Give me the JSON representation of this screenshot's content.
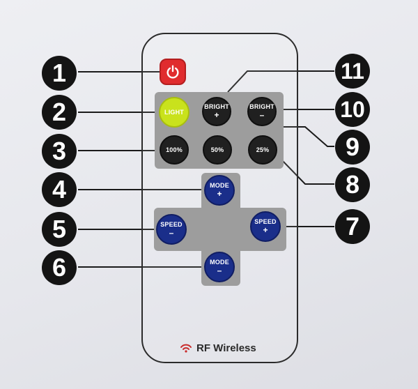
{
  "remote": {
    "buttons": {
      "power": {
        "icon": "power-icon"
      },
      "light": {
        "label": "LIGHT"
      },
      "bright_up": {
        "label": "BRIGHT",
        "symbol": "+"
      },
      "bright_down": {
        "label": "BRIGHT",
        "symbol": "–"
      },
      "pct100": {
        "label": "100%"
      },
      "pct50": {
        "label": "50%"
      },
      "pct25": {
        "label": "25%"
      },
      "mode_up": {
        "label": "MODE",
        "symbol": "+"
      },
      "mode_down": {
        "label": "MODE",
        "symbol": "–"
      },
      "speed_down": {
        "label": "SPEED",
        "symbol": "–"
      },
      "speed_up": {
        "label": "SPEED",
        "symbol": "+"
      }
    },
    "footer": {
      "icon": "wireless-signal-icon",
      "text": "RF Wireless"
    }
  },
  "callouts": [
    "1",
    "2",
    "3",
    "4",
    "5",
    "6",
    "7",
    "8",
    "9",
    "10",
    "11"
  ],
  "colors": {
    "power": "#e02c2e",
    "light": "#c9e21c",
    "dark_button": "#202020",
    "blue_button": "#1a2e8a",
    "panel": "#9d9d9d",
    "callout": "#141414"
  }
}
